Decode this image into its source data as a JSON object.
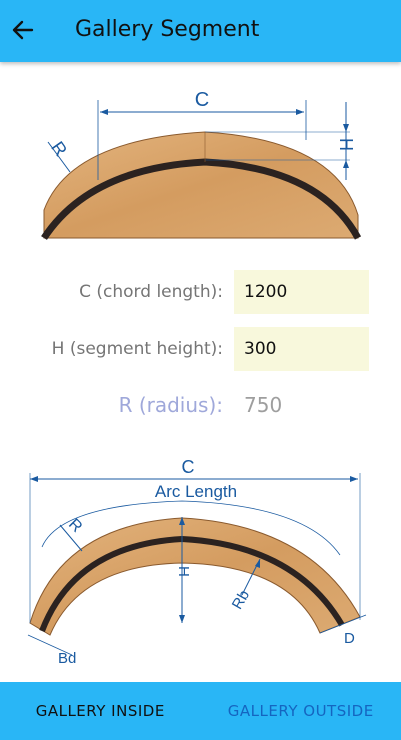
{
  "header": {
    "title": "Gallery Segment",
    "back_icon": "arrow-left-icon"
  },
  "diagram_top": {
    "label_c": "C",
    "label_h": "H",
    "label_r": "R"
  },
  "form": {
    "chord": {
      "label": "C (chord length):",
      "value": "1200"
    },
    "height": {
      "label": "H (segment height):",
      "value": "300"
    }
  },
  "result": {
    "label": "R (radius):",
    "value": "750"
  },
  "diagram_bottom": {
    "label_c": "C",
    "label_arc": "Arc Length",
    "label_r": "R",
    "label_h": "H",
    "label_rb": "Rb",
    "label_d": "D",
    "label_bd": "Bd"
  },
  "tabs": [
    {
      "label": "GALLERY INSIDE"
    },
    {
      "label": "GALLERY OUTSIDE"
    }
  ],
  "colors": {
    "appbar": "#29b6f6",
    "wood": "#d9a56b",
    "line": "#1a5aa0",
    "input_bg": "#f8f8dc",
    "active_tab": "#1565c0"
  }
}
